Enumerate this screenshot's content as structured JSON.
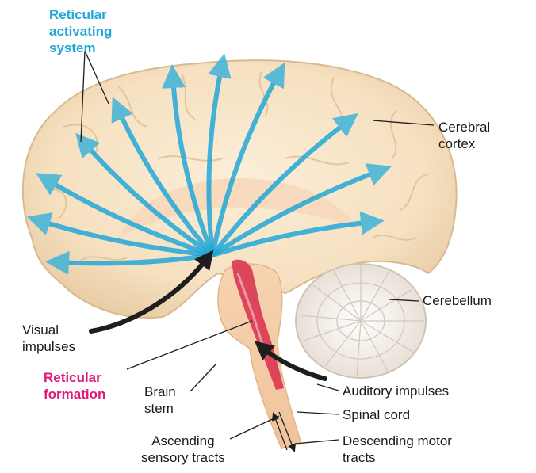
{
  "colors": {
    "reticular_activating_system": "#22a8d8",
    "reticular_formation": "#e0187a",
    "label_text": "#1a1a1a",
    "brain_tissue": "#f6e2c4",
    "cerebellum": "#efe9e2"
  },
  "labels": {
    "reticular_activating_system": [
      "Reticular",
      "activating",
      "system"
    ],
    "cerebral_cortex": [
      "Cerebral",
      "cortex"
    ],
    "cerebellum": [
      "Cerebellum"
    ],
    "visual_impulses": [
      "Visual",
      "impulses"
    ],
    "reticular_formation": [
      "Reticular",
      "formation"
    ],
    "brain_stem": [
      "Brain",
      "stem"
    ],
    "auditory_impulses": [
      "Auditory impulses"
    ],
    "spinal_cord": [
      "Spinal cord"
    ],
    "ascending_sensory_tracts": [
      "Ascending",
      "sensory tracts"
    ],
    "descending_motor_tracts": [
      "Descending motor",
      "tracts"
    ]
  }
}
